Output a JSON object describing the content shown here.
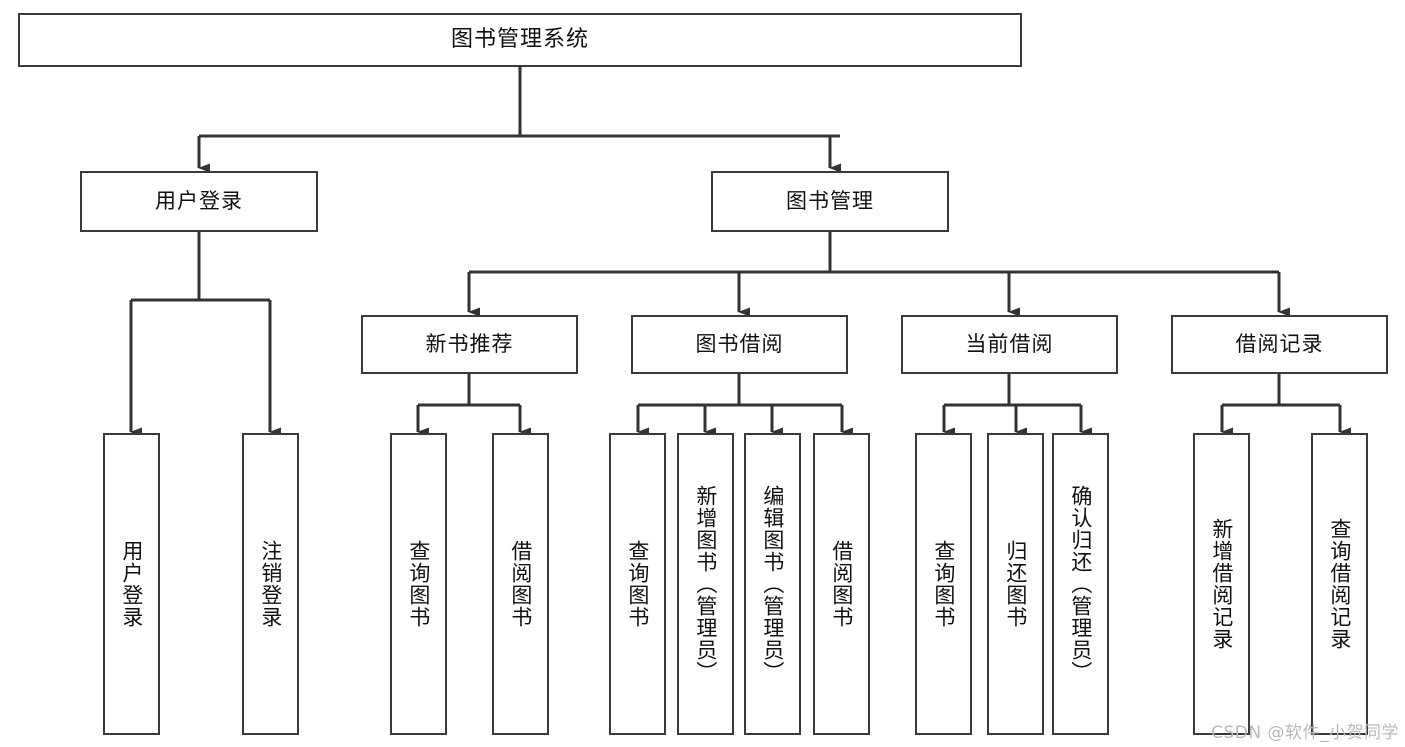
{
  "diagram": {
    "title": "图书管理系统",
    "type": "tree",
    "watermark": "CSDN @软件_小贺同学",
    "colors": {
      "box_border": "#3a3a3a",
      "box_fill": "#ffffff",
      "edge": "#333333",
      "text": "#111111",
      "watermark": "#b9b9b9"
    },
    "nodes": {
      "root": {
        "label": "图书管理系统"
      },
      "level2": [
        {
          "label": "用户登录"
        },
        {
          "label": "图书管理"
        }
      ],
      "level3": [
        {
          "label": "新书推荐"
        },
        {
          "label": "图书借阅"
        },
        {
          "label": "当前借阅"
        },
        {
          "label": "借阅记录"
        }
      ],
      "leaves_user_login": [
        {
          "label": "用户登录"
        },
        {
          "label": "注销登录"
        }
      ],
      "leaves_new_book": [
        {
          "label": "查询图书"
        },
        {
          "label": "借阅图书"
        }
      ],
      "leaves_book_borrow": [
        {
          "label": "查询图书"
        },
        {
          "label": "新增图书（管理员）"
        },
        {
          "label": "编辑图书（管理员）"
        },
        {
          "label": "借阅图书"
        }
      ],
      "leaves_current_borrow": [
        {
          "label": "查询图书"
        },
        {
          "label": "归还图书"
        },
        {
          "label": "确认归还（管理员）"
        }
      ],
      "leaves_borrow_record": [
        {
          "label": "新增借阅记录"
        },
        {
          "label": "查询借阅记录"
        }
      ]
    }
  }
}
